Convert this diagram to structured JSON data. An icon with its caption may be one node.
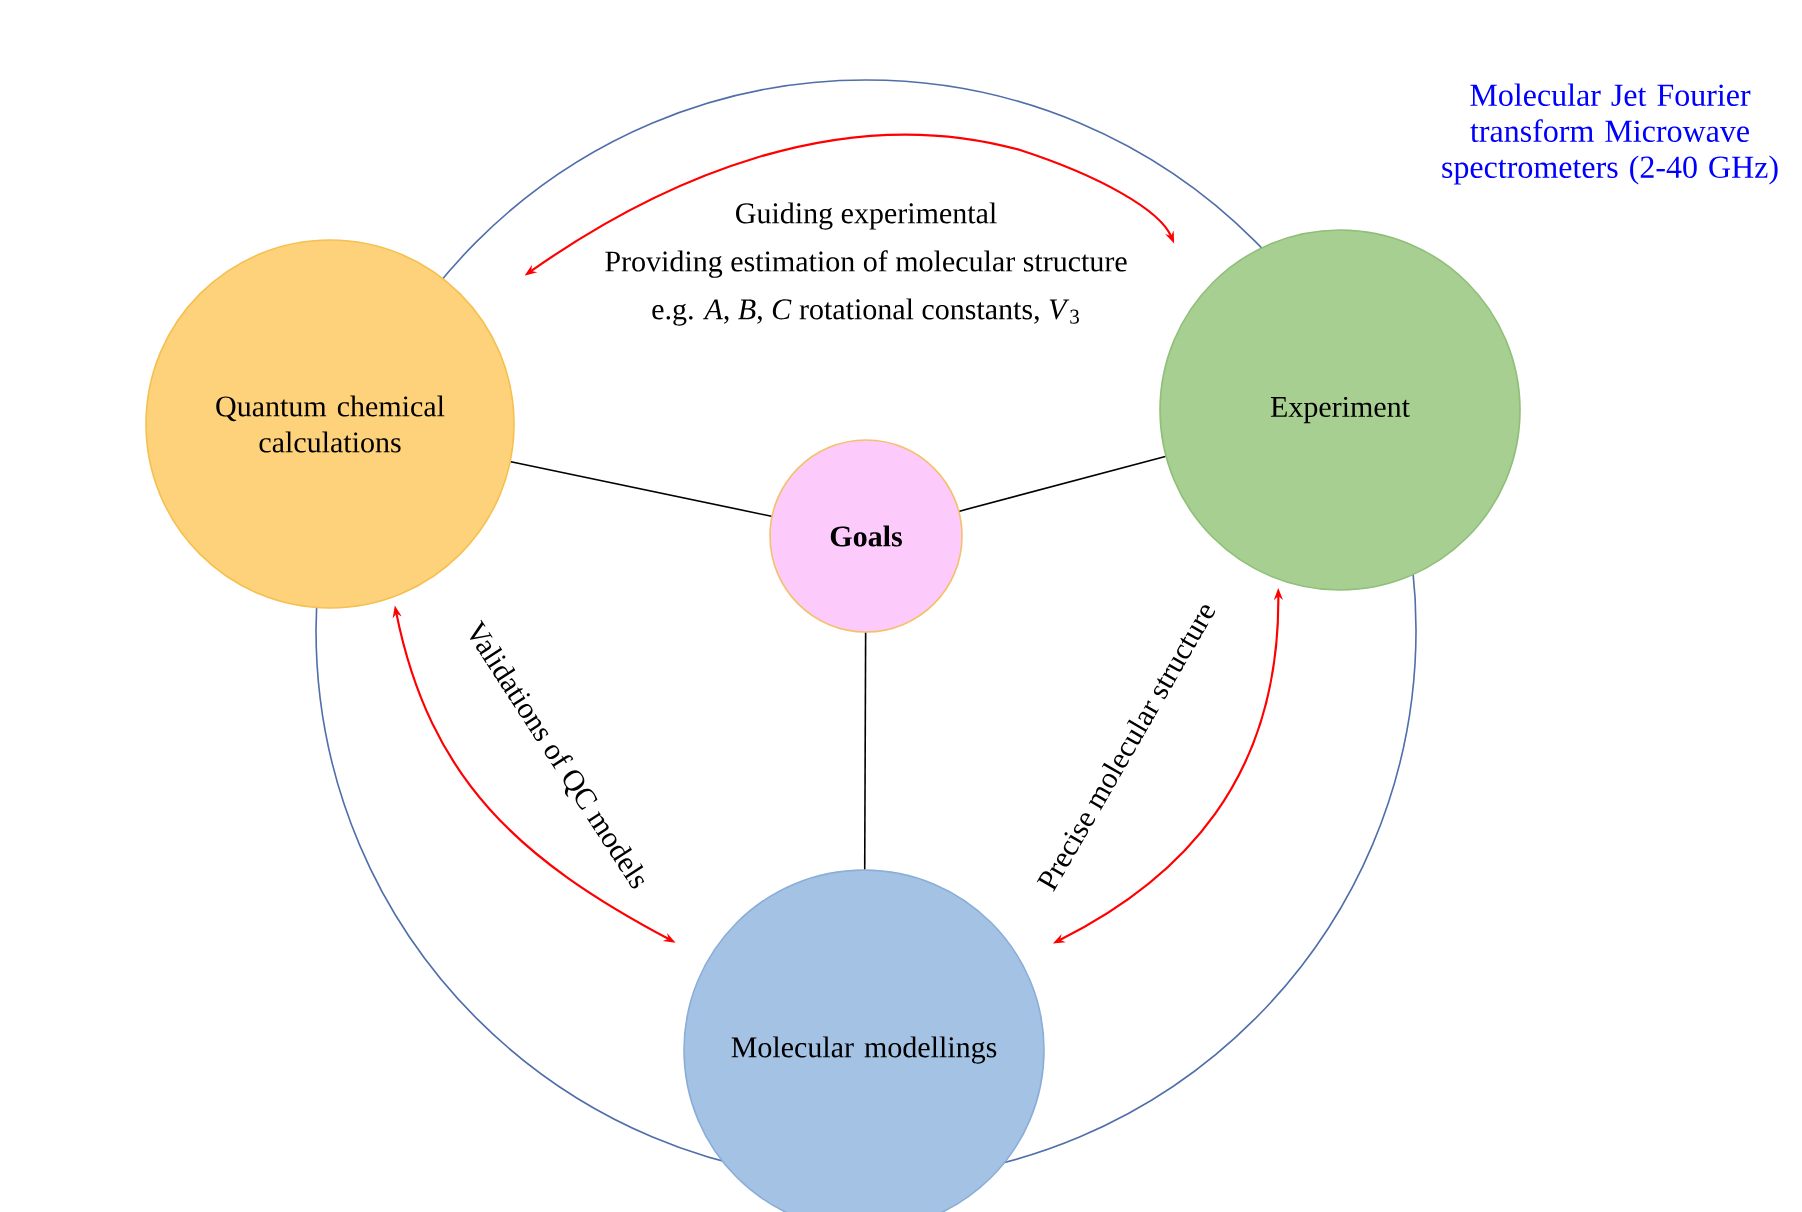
{
  "diagram": {
    "nodes": [
      {
        "text": [
          "Quantum chemical calculations"
        ]
      },
      {
        "text": [
          "Experiment"
        ]
      },
      {
        "text": [
          "Goals"
        ]
      },
      {
        "text": [
          "Molecular modellings"
        ]
      }
    ],
    "edges": [
      {
        "from": 0,
        "to": 2,
        "arrow": "none"
      },
      {
        "from": 1,
        "to": 2,
        "arrow": "none"
      },
      {
        "from": 2,
        "to": 3,
        "arrow": "none"
      },
      {
        "from": 0,
        "to": 1,
        "arrow": "both",
        "color": "#ff0000",
        "label": "Guiding experimental"
      },
      {
        "from": 0,
        "to": 3,
        "arrow": "both",
        "color": "#ff0000",
        "label": "Validations of QC models"
      },
      {
        "from": 1,
        "to": 3,
        "arrow": "both",
        "color": "#ff0000",
        "label": "Precise molecular structure"
      }
    ],
    "labels": [
      "Providing estimation of molecular structure",
      "e.g. *A*, *B*, *C* rotational constants, *V*$_{3}$",
      "Molecular Jet Fourier transform Microwave spectrometers (2-40 GHz)"
    ]
  }
}
